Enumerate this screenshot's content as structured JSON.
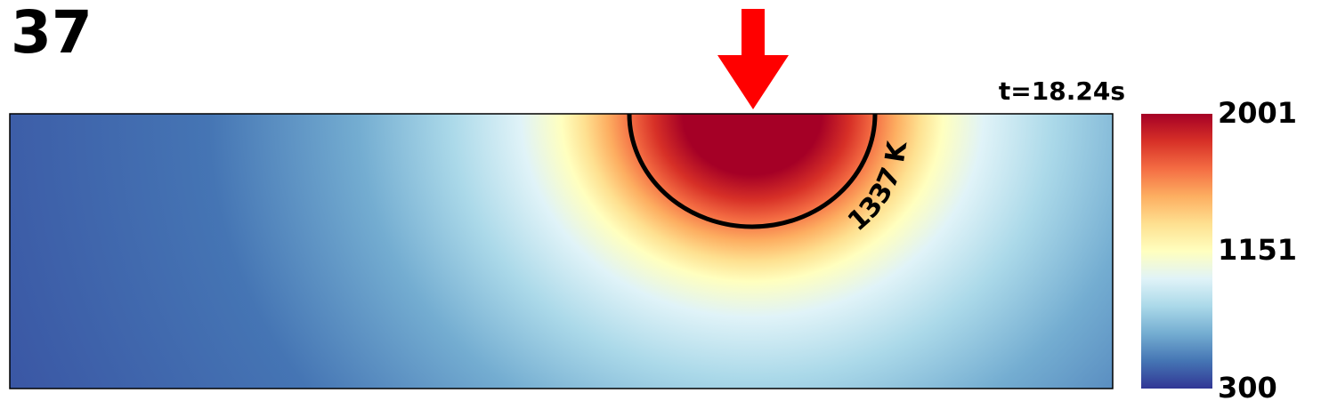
{
  "frame_number": "37",
  "time_label": "t=18.24s",
  "chart_data": {
    "type": "heatmap",
    "title": "",
    "xlabel": "",
    "ylabel": "",
    "colormap": "RdYlBu_r",
    "colorbar": {
      "min": 300,
      "max": 2001,
      "ticks": [
        2001,
        1151,
        300
      ],
      "tick_labels": [
        "2001",
        "1151",
        "300"
      ]
    },
    "heat_source_marker": "red-down-arrow",
    "contour": {
      "level": 1337,
      "label": "1337 K",
      "color": "#000000"
    },
    "colors": {
      "hot": "#a50026",
      "warm": "#f46d43",
      "neutral": "#ffffbf",
      "cool": "#74add1",
      "cold": "#313695",
      "arrow": "#ff0000"
    }
  }
}
